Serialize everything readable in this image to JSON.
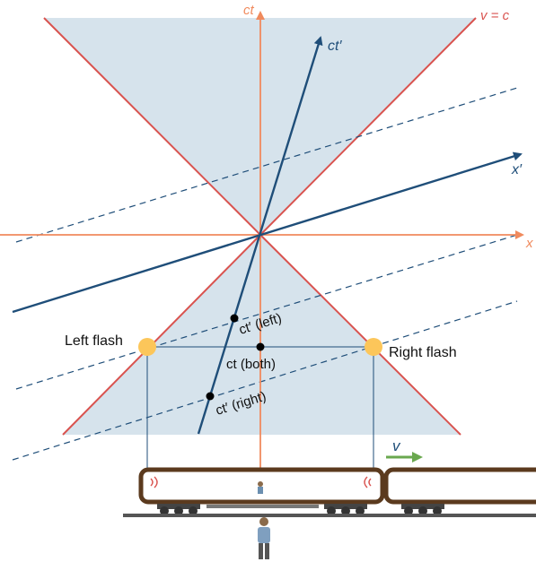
{
  "axes": {
    "ct": "ct",
    "x": "x",
    "ct_prime": "ct′",
    "x_prime": "x′",
    "light_line": "v = c"
  },
  "events": {
    "left_flash": "Left flash",
    "right_flash": "Right flash"
  },
  "points": {
    "ct_left": "ct′ (left)",
    "ct_both": "ct (both)",
    "ct_right": "ct′ (right)"
  },
  "train": {
    "velocity_label": "v"
  },
  "colors": {
    "axis_orange": "#f08a5d",
    "light_cone_red": "#d9534f",
    "primed_blue": "#1f4e79",
    "cone_fill": "#d6e3ec",
    "flash_yellow": "#fcc65a",
    "train_brown": "#5b3a1e",
    "velocity_green": "#6aa84f"
  }
}
